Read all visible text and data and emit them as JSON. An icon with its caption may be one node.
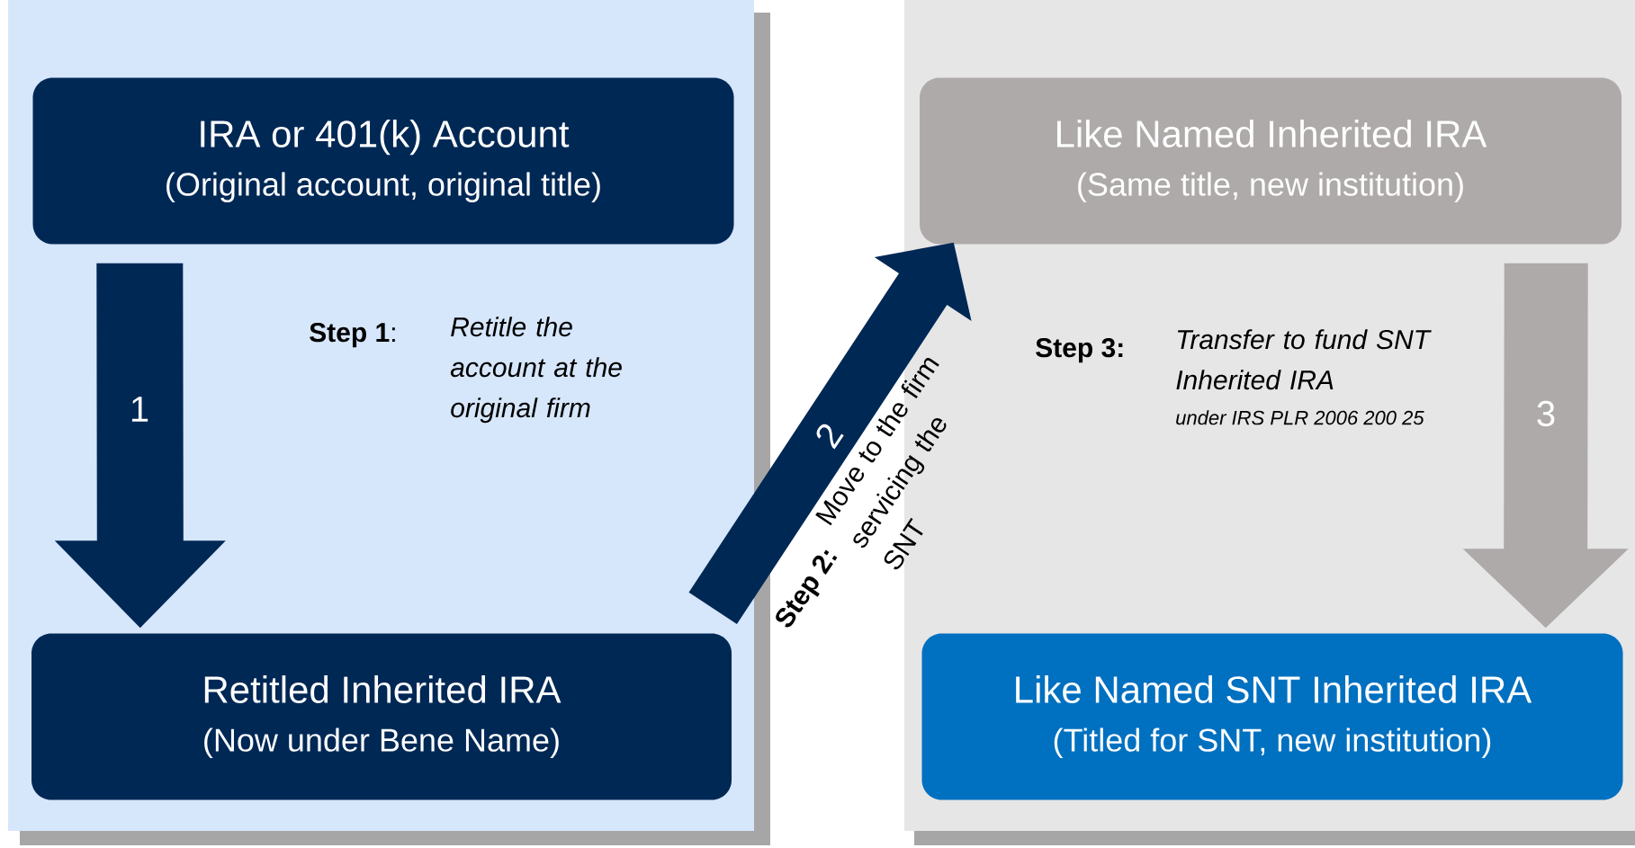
{
  "diagram": {
    "nodes": [
      {
        "text": [
          "IRA or 401(k) Account",
          "(Original account, original title)"
        ]
      },
      {
        "text": [
          "Retitled Inherited IRA",
          "(Now under Bene Name)"
        ]
      },
      {
        "text": [
          "Like Named Inherited IRA",
          "(Same title, new institution)"
        ]
      },
      {
        "text": [
          "Like Named SNT Inherited IRA",
          "(Titled for SNT, new institution)"
        ]
      }
    ],
    "edges": [
      {
        "from": 0,
        "to": 1,
        "arrow": "to",
        "label": "1"
      },
      {
        "from": 1,
        "to": 2,
        "arrow": "to",
        "label": "2"
      },
      {
        "from": 2,
        "to": 3,
        "arrow": "to",
        "label": "3",
        "color": "#aeaaa9"
      }
    ],
    "labels": [
      "**Step 1**:",
      "Retitle the account at the original firm",
      "Step 2:",
      "Move to the firm servicing the SNT",
      "Step 3:",
      "Transfer to fund SNT Inherited IRA",
      "under IRS PLR 2006 200 25"
    ]
  }
}
